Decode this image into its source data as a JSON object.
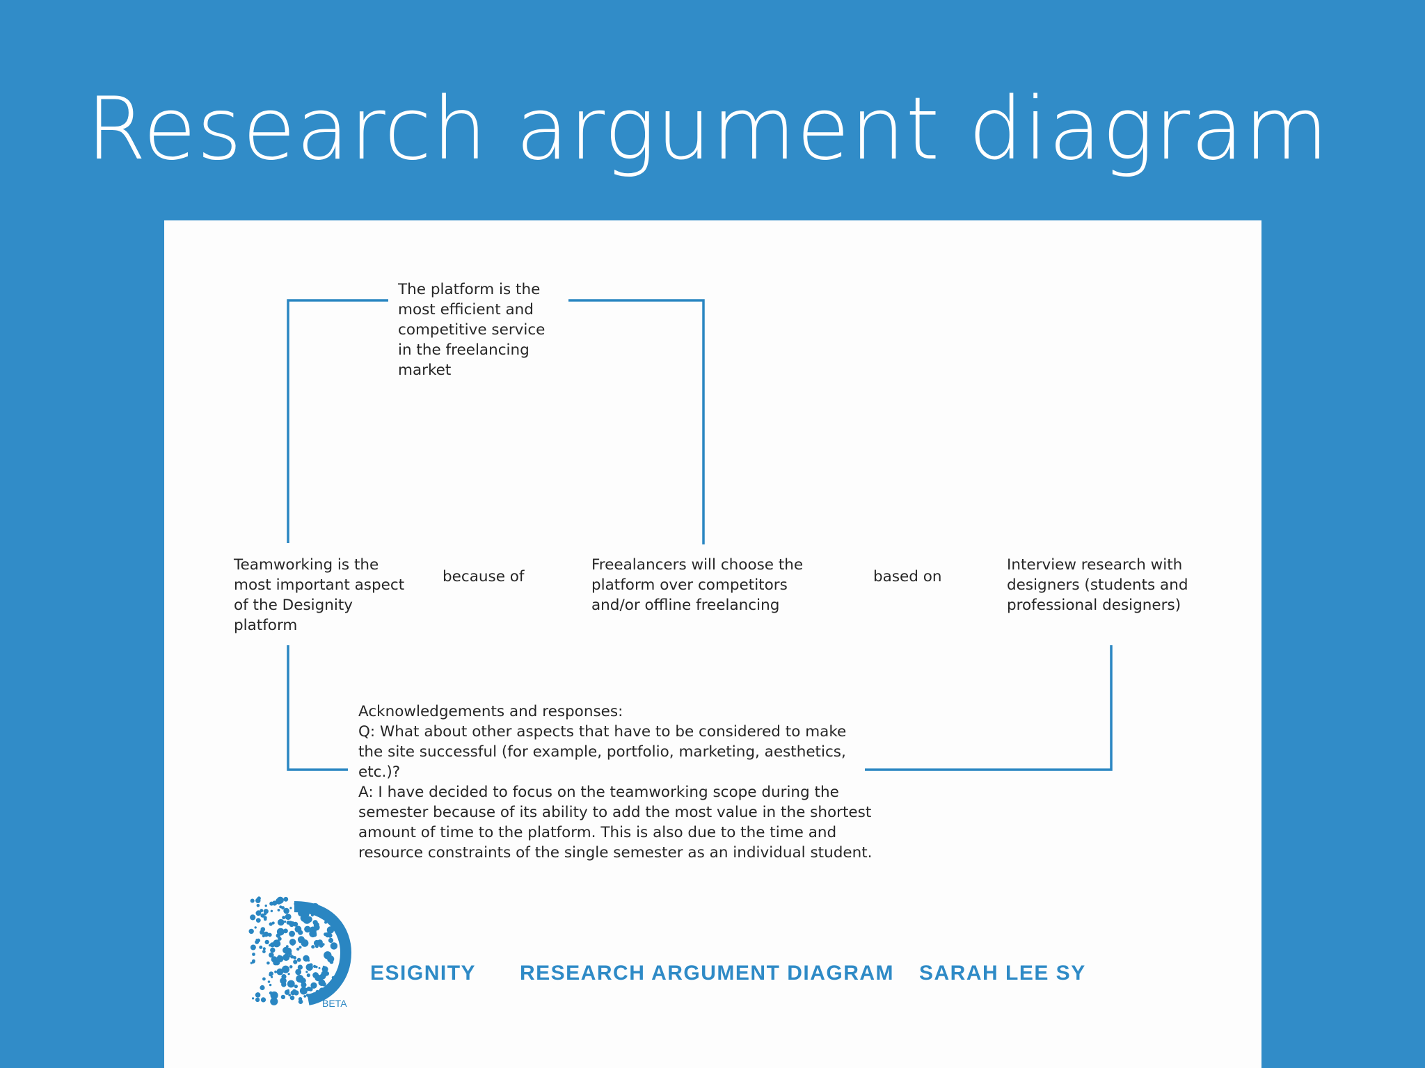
{
  "slide": {
    "title": "Research argument diagram"
  },
  "diagram": {
    "claim_top": "The platform is the\nmost efficient and\ncompetitive service\nin the freelancing\nmarket",
    "claim_main": "Teamworking is the\nmost important aspect\nof the Designity\nplatform",
    "reason": "Freealancers will choose the\nplatform over competitors\nand/or offline freelancing",
    "evidence": "Interview research with\ndesigners (students and\nprofessional designers)",
    "connector_because": "because of",
    "connector_based": "based on",
    "acknowledgement": "Acknowledgements and responses:\nQ: What about other aspects that have to be considered to make\nthe site successful (for example, portfolio, marketing, aesthetics,\netc.)?\nA: I have decided to focus on the teamworking scope during the\nsemester because of its ability to add the most value in the shortest\namount of time to the platform. This is also due to the time and\nresource constraints of the single semester as an individual student."
  },
  "footer": {
    "logo_letter": "D",
    "logo_badge": "BETA",
    "brand": "ESIGNITY",
    "section": "RESEARCH ARGUMENT DIAGRAM",
    "author": "SARAH LEE SY"
  },
  "colors": {
    "background": "#318cc8",
    "panel": "#fdfdfd",
    "line": "#2a86c2",
    "footer_text": "#2e8ac6",
    "body_text": "#262626"
  }
}
